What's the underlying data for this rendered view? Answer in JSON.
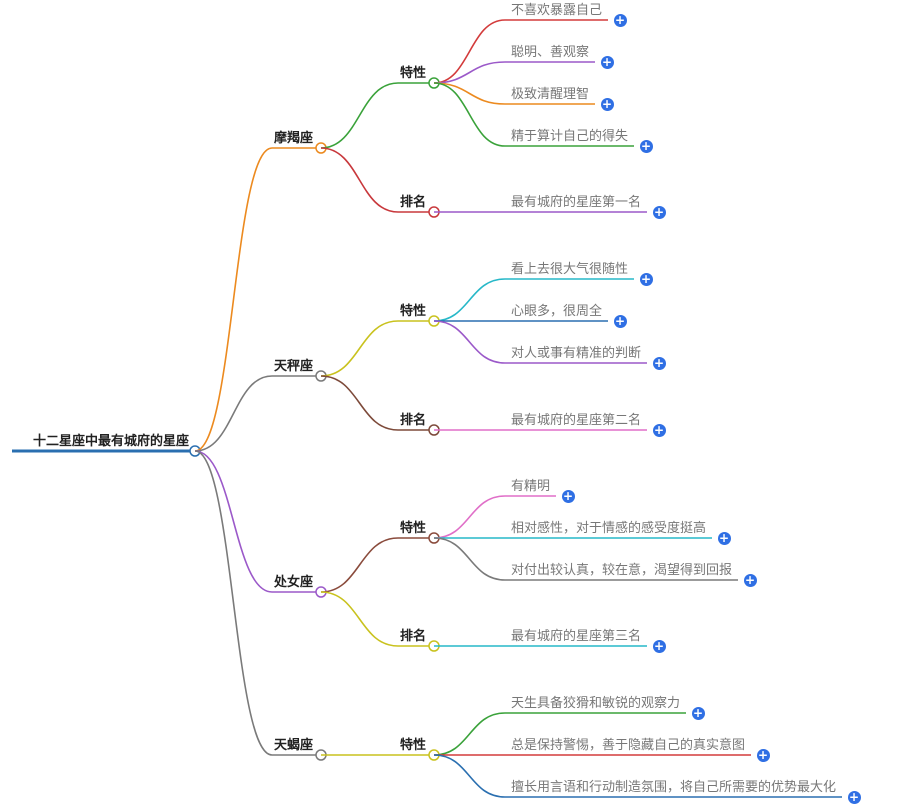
{
  "root": {
    "label": "十二星座中最有城府的星座",
    "color": "#2a6fb0"
  },
  "branches": [
    {
      "label": "摩羯座",
      "color": "#ec8a1f",
      "groups": [
        {
          "label": "特性",
          "color": "#3aa23a",
          "leaves": [
            {
              "text": "不喜欢暴露自己",
              "color": "#d33b3b"
            },
            {
              "text": "聪明、善观察",
              "color": "#9b59c9"
            },
            {
              "text": "极致清醒理智",
              "color": "#ec8a1f"
            },
            {
              "text": "精于算计自己的得失",
              "color": "#3aa23a"
            }
          ]
        },
        {
          "label": "排名",
          "color": "#c8383c",
          "leaves": [
            {
              "text": "最有城府的星座第一名",
              "color": "#9b59c9"
            }
          ]
        }
      ]
    },
    {
      "label": "天秤座",
      "color": "#7a7a7a",
      "groups": [
        {
          "label": "特性",
          "color": "#c9c21e",
          "leaves": [
            {
              "text": "看上去很大气很随性",
              "color": "#27b8c8"
            },
            {
              "text": "心眼多，很周全",
              "color": "#2a6fb0"
            },
            {
              "text": "对人或事有精准的判断",
              "color": "#9b59c9"
            }
          ]
        },
        {
          "label": "排名",
          "color": "#7d4a3a",
          "leaves": [
            {
              "text": "最有城府的星座第二名",
              "color": "#e06fc8"
            }
          ]
        }
      ]
    },
    {
      "label": "处女座",
      "color": "#9b59c9",
      "groups": [
        {
          "label": "特性",
          "color": "#8a4b3c",
          "leaves": [
            {
              "text": "有精明",
              "color": "#e06fc8"
            },
            {
              "text": "相对感性，对于情感的感受度挺高",
              "color": "#27b8c8"
            },
            {
              "text": "对付出较认真，较在意，渴望得到回报",
              "color": "#7a7a7a"
            }
          ]
        },
        {
          "label": "排名",
          "color": "#c9c21e",
          "leaves": [
            {
              "text": "最有城府的星座第三名",
              "color": "#27b8c8"
            }
          ]
        }
      ]
    },
    {
      "label": "天蝎座",
      "color": "#7a7a7a",
      "groups": [
        {
          "label": "特性",
          "color": "#c9c21e",
          "leaves": [
            {
              "text": "天生具备狡猾和敏锐的观察力",
              "color": "#3aa23a"
            },
            {
              "text": "总是保持警惕，善于隐藏自己的真实意图",
              "color": "#d33b3b"
            },
            {
              "text": "擅长用言语和行动制造氛围，将自己所需要的优势最大化",
              "color": "#2a6fb0"
            }
          ]
        }
      ]
    }
  ],
  "ui": {
    "expand_glyph": "+",
    "expand_icon": "plus-circle-icon",
    "accent": "#2f6fe4"
  }
}
